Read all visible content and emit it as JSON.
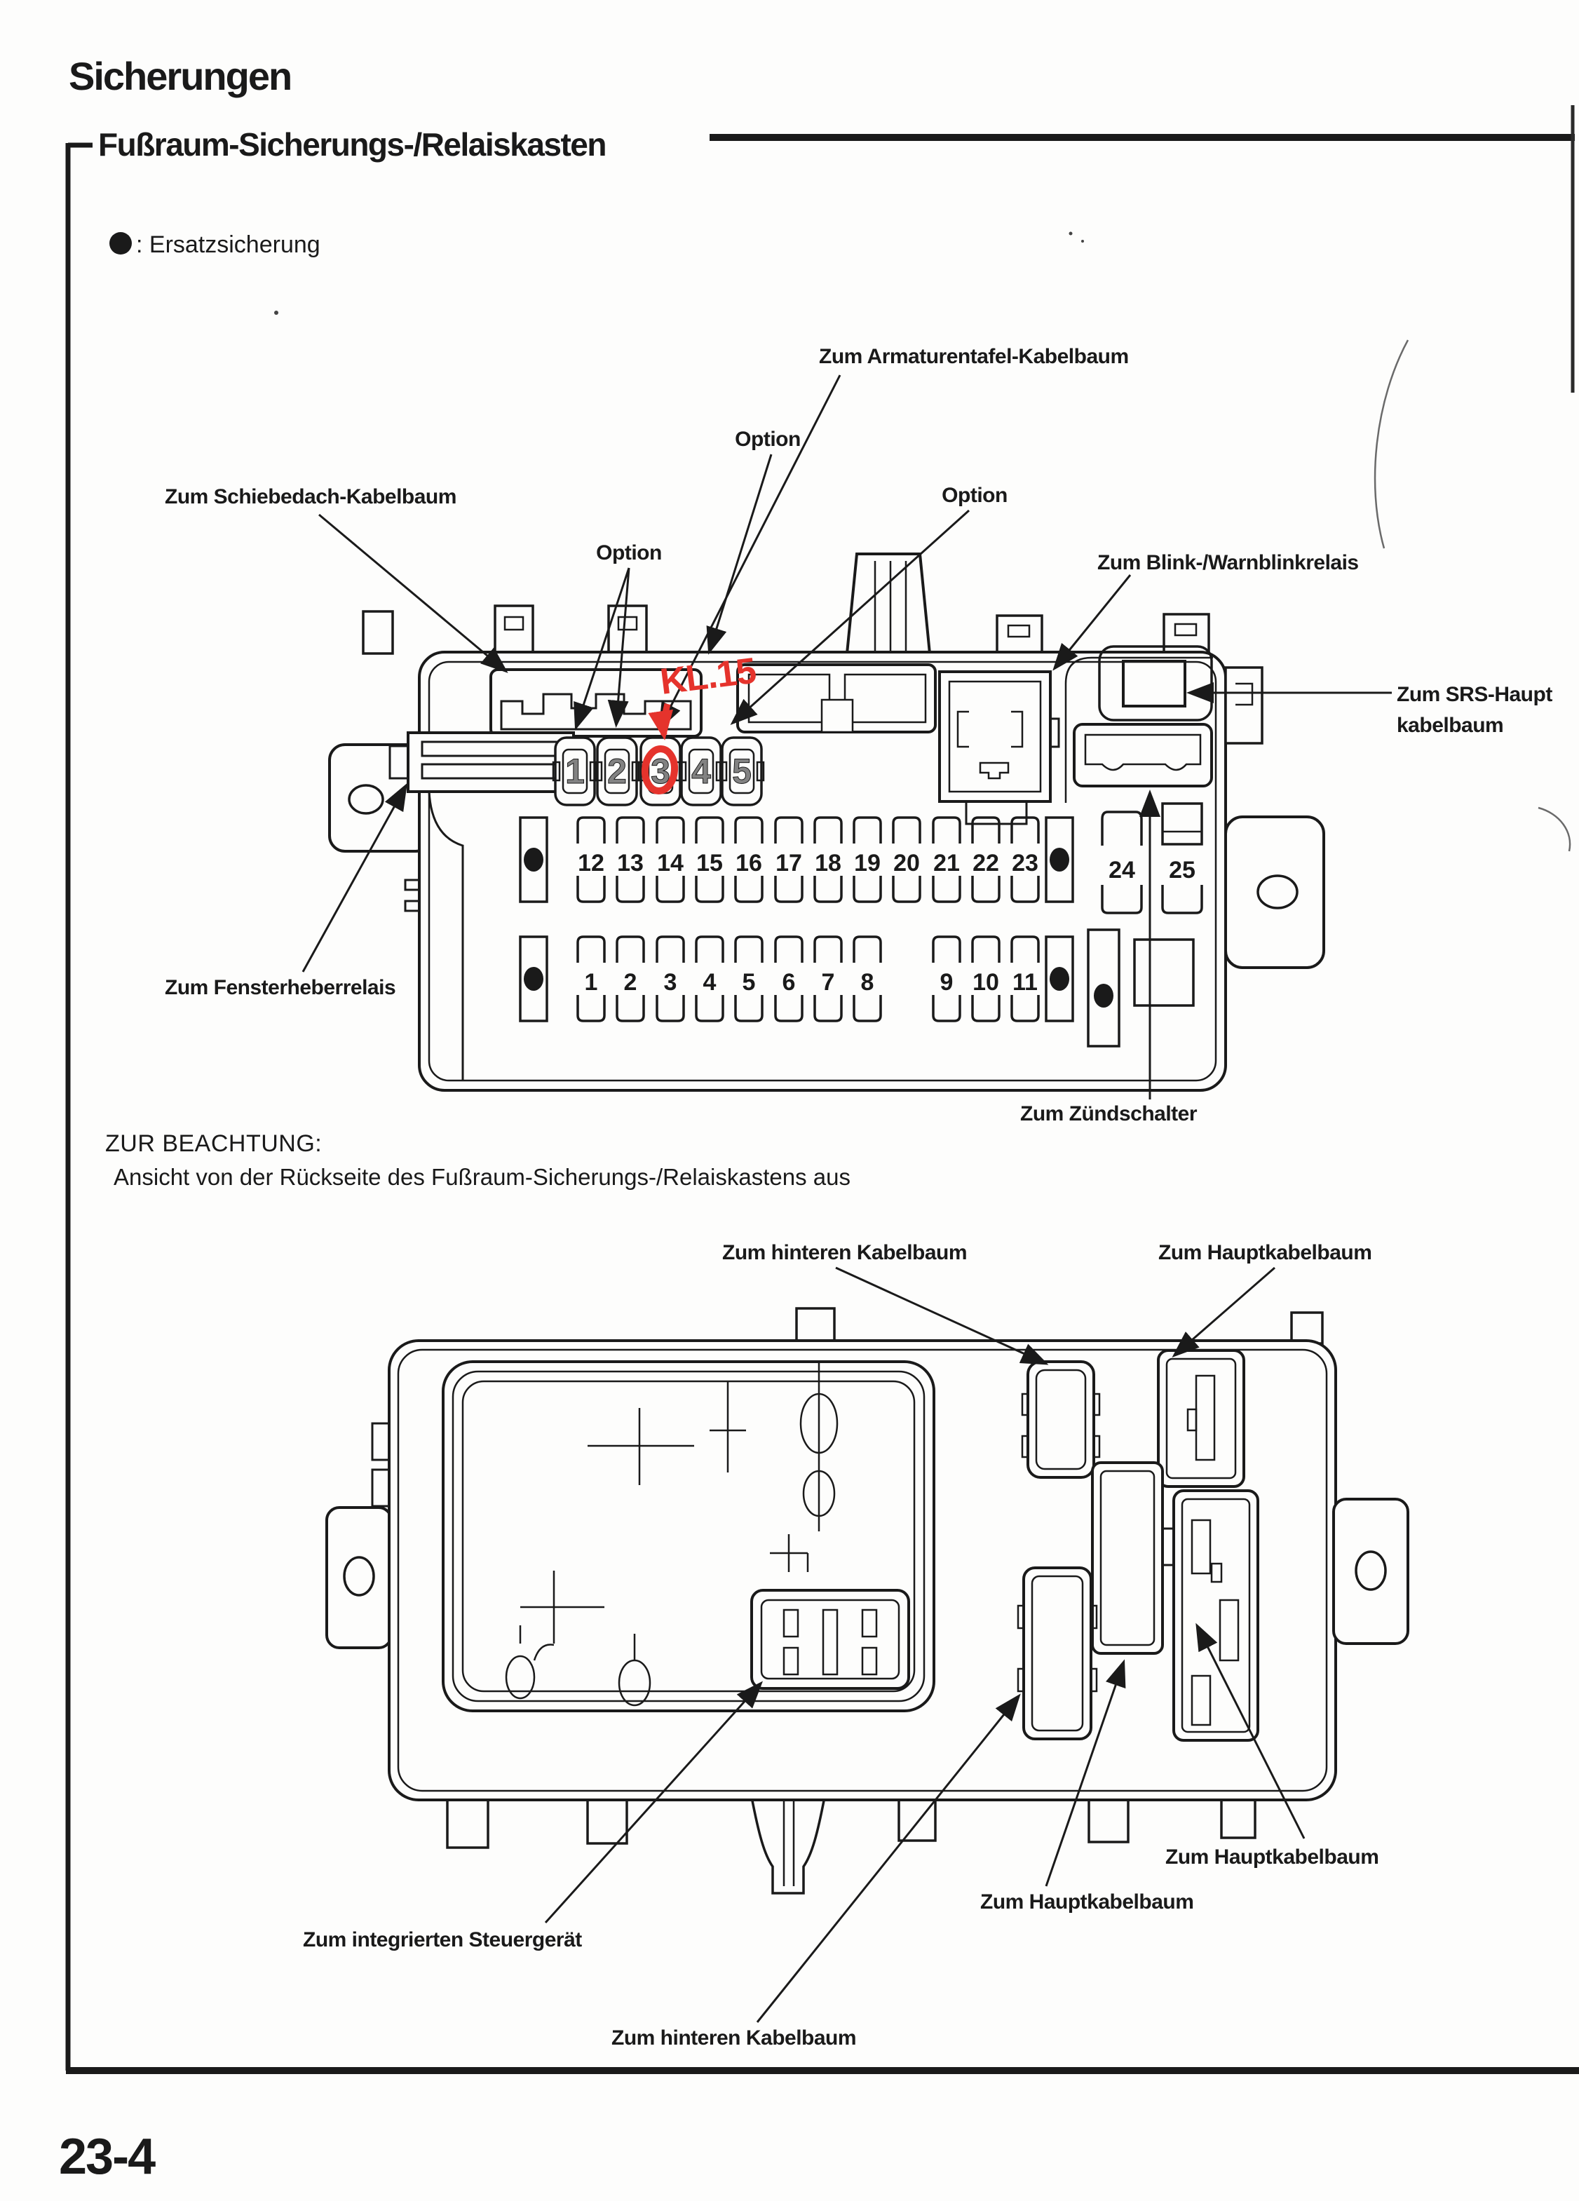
{
  "page": {
    "title": "Sicherungen",
    "section_title": "Fußraum-Sicherungs-/Relaiskasten",
    "legend_text": ": Ersatzsicherung",
    "note_heading": "ZUR BEACHTUNG:",
    "note_body": "Ansicht von der Rückseite des Fußraum-Sicherungs-/Relaiskastens aus",
    "page_number": "23-4"
  },
  "front_view": {
    "labels": {
      "sunroof": "Zum Schiebedach-Kabelbaum",
      "dashboard": "Zum Armaturentafel-Kabelbaum",
      "option_left": "Option",
      "option_top": "Option",
      "option_right": "Option",
      "turn_signal_relay": "Zum Blink-/Warnblinkrelais",
      "srs_line1": "Zum SRS-Haupt",
      "srs_line2": "kabelbaum",
      "window_relay": "Zum Fensterheberrelais",
      "ignition_switch": "Zum Zündschalter",
      "kl15_handwritten": "KL.15"
    },
    "round_fuses": [
      "1",
      "2",
      "3",
      "4",
      "5"
    ],
    "fuse_row_top": [
      "12",
      "13",
      "14",
      "15",
      "16",
      "17",
      "18",
      "19",
      "20",
      "21",
      "22",
      "23"
    ],
    "fuse_row_bottom_a": [
      "1",
      "2",
      "3",
      "4",
      "5",
      "6",
      "7",
      "8"
    ],
    "fuse_row_bottom_b": [
      "9",
      "10",
      "11"
    ],
    "fuse_large": [
      "24",
      "25"
    ],
    "spare_fuse_symbol": "●"
  },
  "rear_view": {
    "labels": {
      "rear_harness_top": "Zum hinteren Kabelbaum",
      "main_harness_top": "Zum Hauptkabelbaum",
      "integrated_control": "Zum integrierten Steuergerät",
      "rear_harness_bottom": "Zum hinteren Kabelbaum",
      "main_harness_center": "Zum Hauptkabelbaum",
      "main_harness_right": "Zum Hauptkabelbaum"
    }
  },
  "colors": {
    "annotation_red": "#e5332c",
    "ink": "#1a1a1a",
    "paper": "#fdfdfc"
  }
}
